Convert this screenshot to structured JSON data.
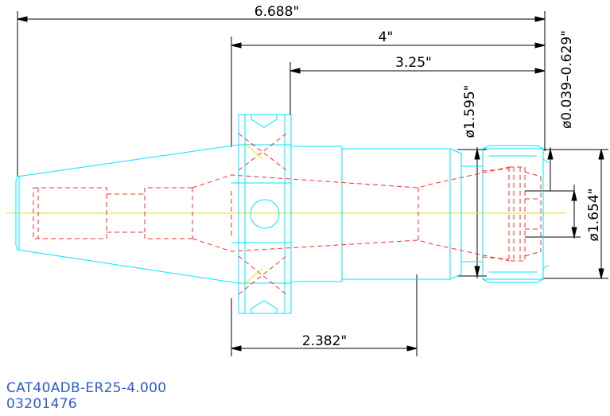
{
  "dimensions": {
    "overall_length": "6.688\"",
    "flange_to_nose": "4\"",
    "body_length": "3.25\"",
    "gauge_length": "2.382\"",
    "collet_diameter": "ø1.595\"",
    "clamping_range": "ø0.039–0.629\"",
    "nut_diameter": "ø1.654\""
  },
  "part": {
    "model": "CAT40ADB-ER25-4.000",
    "number": "03201476"
  },
  "colors": {
    "outline": "#00e5ff",
    "hidden": "#ff2a2a",
    "centerline": "#e6e600",
    "dimension": "#000000",
    "label": "#2a5bd7"
  }
}
